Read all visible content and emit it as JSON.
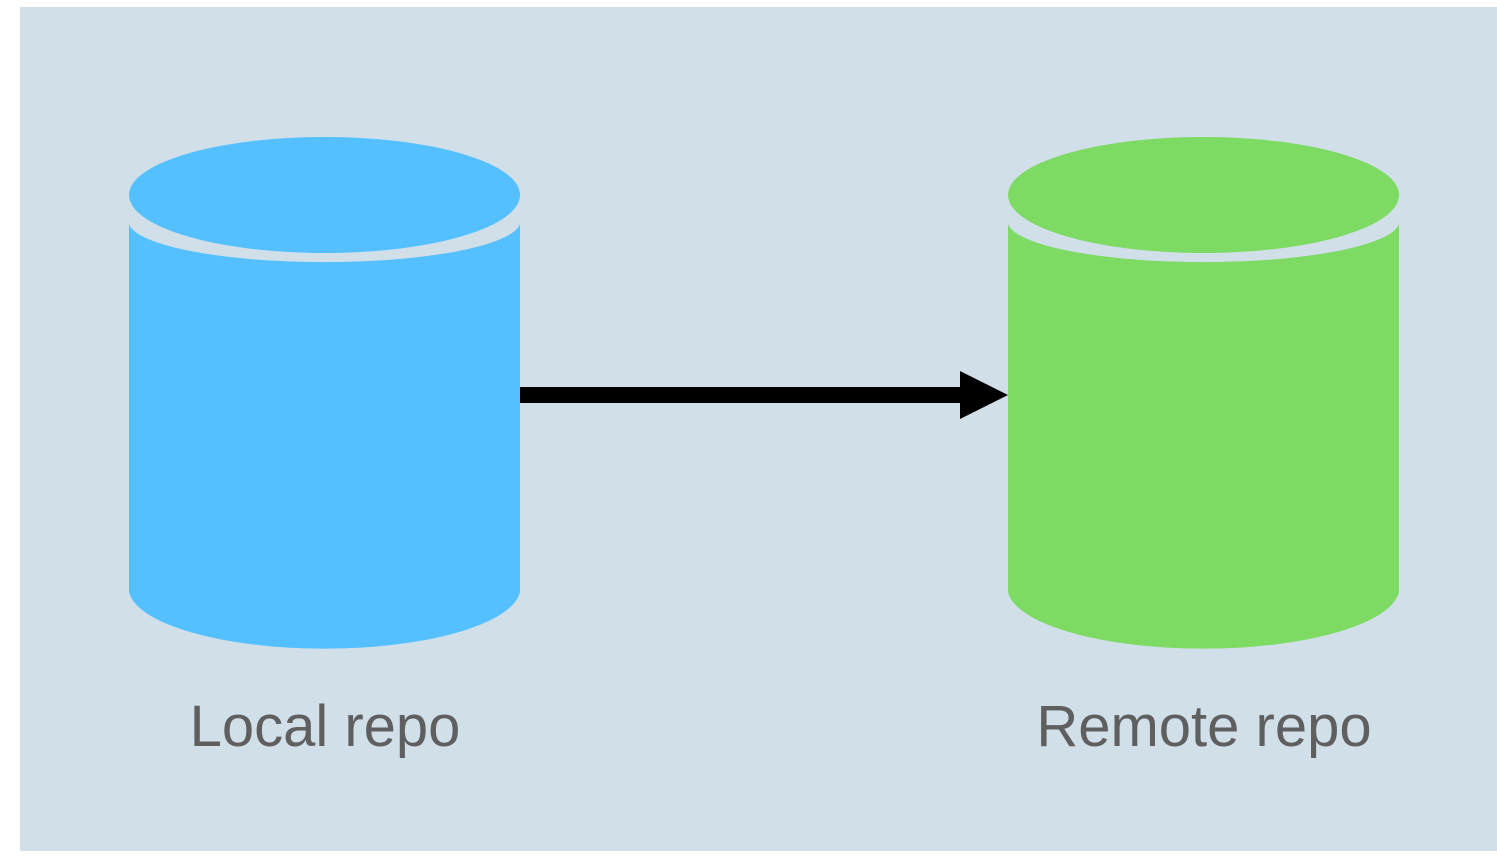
{
  "diagram": {
    "background_color": "#d1dfe9",
    "nodes": [
      {
        "id": "local",
        "label": "Local repo",
        "shape": "cylinder",
        "color": "#55c0ff"
      },
      {
        "id": "remote",
        "label": "Remote repo",
        "shape": "cylinder",
        "color": "#7dda63"
      }
    ],
    "edges": [
      {
        "from": "local",
        "to": "remote",
        "arrow": "forward",
        "color": "#000000"
      }
    ],
    "label_color": "#5f5f5f"
  }
}
